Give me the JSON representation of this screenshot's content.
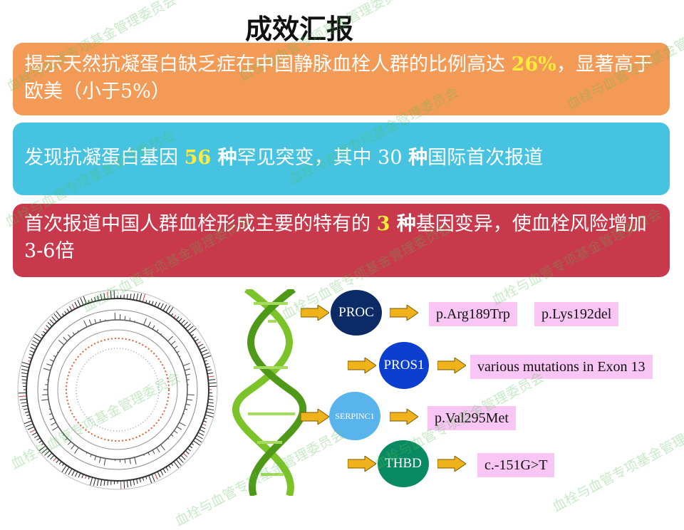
{
  "title": "成效汇报",
  "findings": {
    "f1": {
      "pre": "揭示天然抗凝蛋白缺乏症在中国静脉血栓人群的比例高达 ",
      "hl": "26%",
      "post": "，显著高于欧美（小于5%）"
    },
    "f2": {
      "pre": "发现抗凝蛋白基因 ",
      "hl1": "56",
      "mid1": " 种",
      "mid2": "罕见突变，其中 30 ",
      "mid3": "种",
      "post": "国际首次报道"
    },
    "f3": {
      "pre": "首次报道中国人群血栓形成主要的特有的 ",
      "hl": "3",
      "b": " 种",
      "post": "基因变异，使血栓风险增加3-6倍"
    }
  },
  "genes": [
    {
      "name": "PROC",
      "mutations": [
        "p.Arg189Trp",
        "p.Lys192del"
      ],
      "color": "#0b2a66"
    },
    {
      "name": "PROS1",
      "mutations": [
        "various mutations in Exon 13"
      ],
      "color": "#0c3fcf"
    },
    {
      "name": "SERPINC1",
      "mutations": [
        "p.Val295Met"
      ],
      "color": "#5ab4ec"
    },
    {
      "name": "THBD",
      "mutations": [
        "c.-151G>T"
      ],
      "color": "#0a8a62"
    }
  ],
  "watermark": "血栓与血管专项基金管理委员会",
  "colors": {
    "orange": "#f49a57",
    "cyan": "#46c3e0",
    "red": "#c9394c",
    "highlight": "#ffeb3b",
    "mutation_bg": "#f9c5f4"
  }
}
